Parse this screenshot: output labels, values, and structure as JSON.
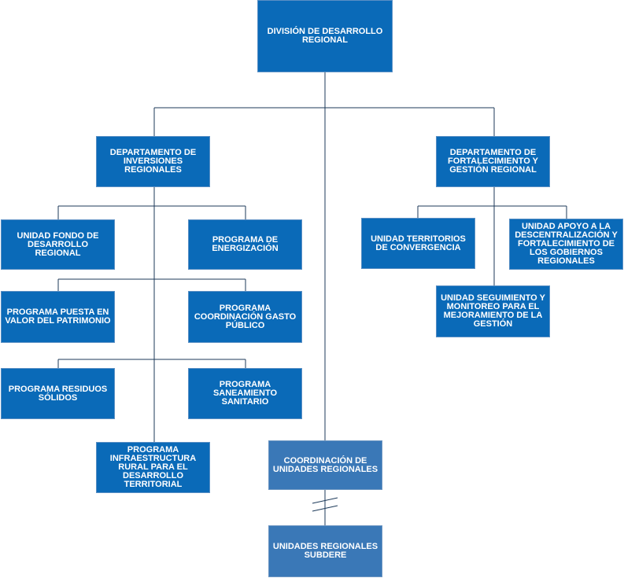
{
  "nodes": {
    "division": "DIVISIÓN DE DESARROLLO REGIONAL",
    "dept_inversiones": "DEPARTAMENTO DE INVERSIONES REGIONALES",
    "dept_fortalecimiento": "DEPARTAMENTO DE FORTALECIMIENTO Y GESTIÓN REGIONAL",
    "unidad_fondo": "UNIDAD FONDO DE DESARROLLO REGIONAL",
    "prog_energizacion": "PROGRAMA DE ENERGIZACIÓN",
    "prog_patrimonio": "PROGRAMA PUESTA EN VALOR DEL PATRIMONIO",
    "prog_gasto": "PROGRAMA COORDINACIÓN GASTO PÚBLICO",
    "prog_residuos": "PROGRAMA RESIDUOS SÓLIDOS",
    "prog_saneamiento": "PROGRAMA SANEAMIENTO SANITARIO",
    "prog_infraestructura": "PROGRAMA INFRAESTRUCTURA RURAL PARA EL DESARROLLO TERRITORIAL",
    "coord_unidades": "COORDINACIÓN DE UNIDADES REGIONALES",
    "unidades_subdere": "UNIDADES REGIONALES SUBDERE",
    "unidad_territorios": "UNIDAD TERRITORIOS DE CONVERGENCIA",
    "unidad_apoyo": "UNIDAD APOYO A LA DESCENTRALIZACIÓN Y FORTALECIMIENTO DE LOS GOBIERNOS REGIONALES",
    "unidad_seguimiento": "UNIDAD SEGUIMIENTO Y MONITOREO PARA EL MEJORAMIENTO DE LA GESTIÓN"
  },
  "colors": {
    "box": "#0a6ab8",
    "coord_box": "#3a78b7",
    "line": "#1c3a5a",
    "text": "#ffffff"
  }
}
